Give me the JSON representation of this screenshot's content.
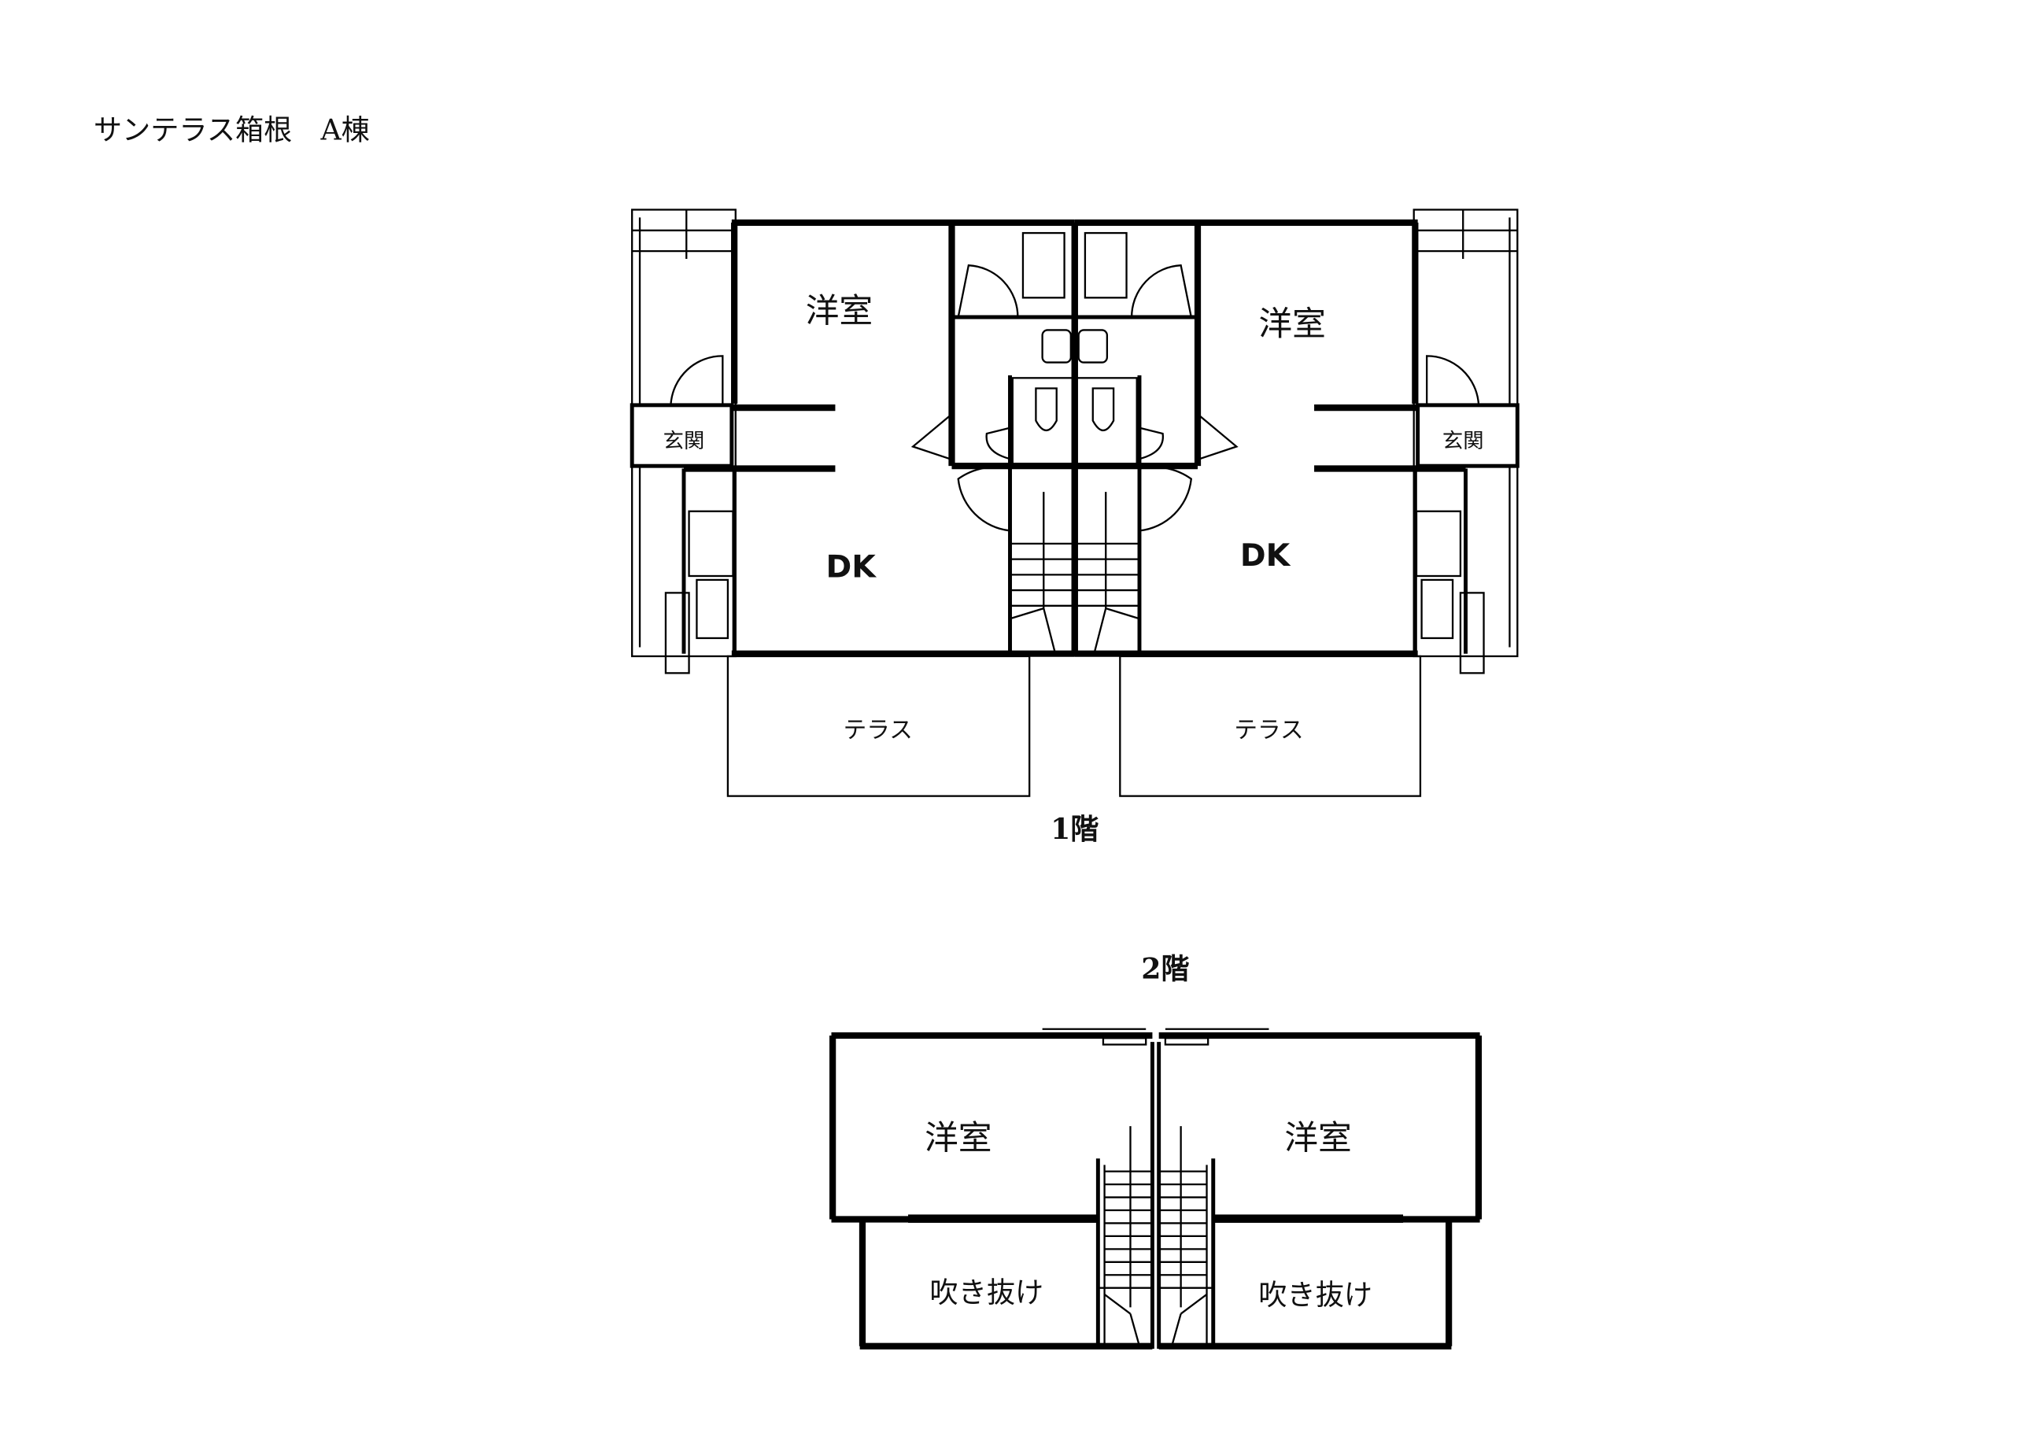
{
  "title": "サンテラス箱根　A棟",
  "floor1": {
    "label": "1階",
    "left": {
      "bedroom": "洋室",
      "dk": "DK",
      "entrance": "玄関",
      "terrace": "テラス"
    },
    "right": {
      "bedroom": "洋室",
      "dk": "DK",
      "entrance": "玄関",
      "terrace": "テラス"
    }
  },
  "floor2": {
    "label": "2階",
    "left": {
      "bedroom": "洋室",
      "void": "吹き抜け"
    },
    "right": {
      "bedroom": "洋室",
      "void": "吹き抜け"
    }
  }
}
